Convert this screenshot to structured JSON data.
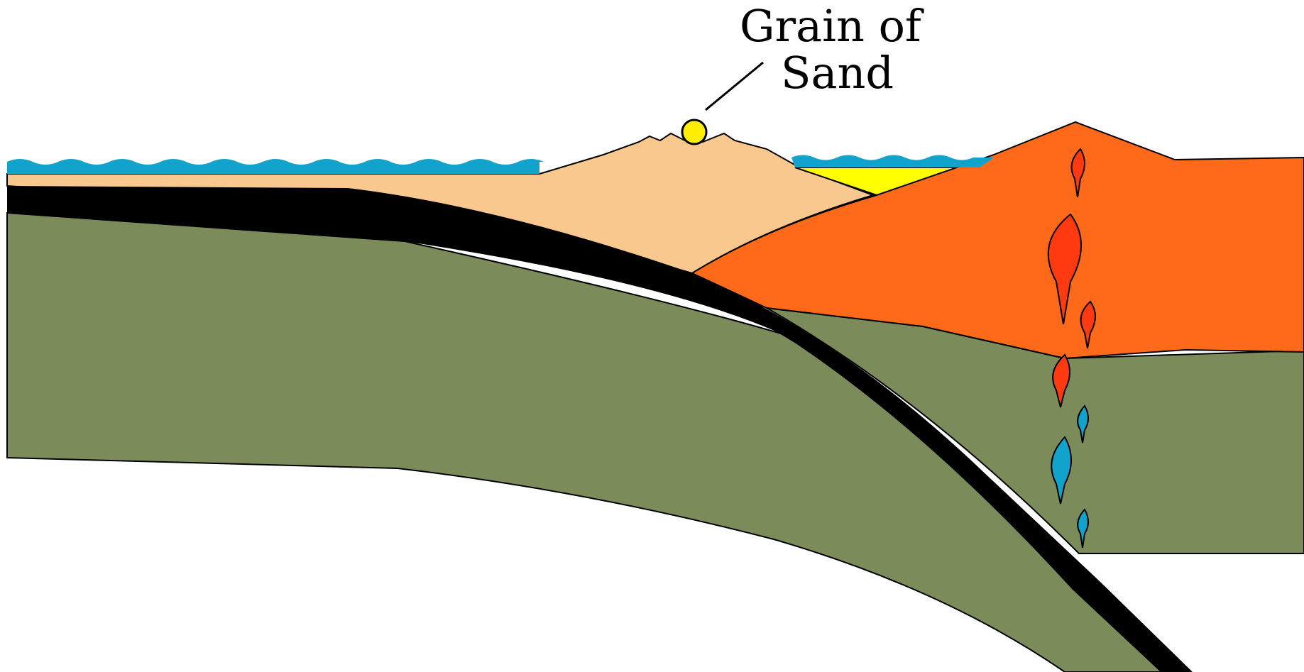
{
  "diagram": {
    "label_line1": "Grain of",
    "label_line2": "Sand"
  },
  "colors": {
    "background": "#ffffff",
    "water": "#12a3cc",
    "sediment_wedge": "#f9c88f",
    "basin_sediment": "#ffff00",
    "continental_crust": "#ff6a1a",
    "mantle": "#7c8b5a",
    "subducting_slab": "#000000",
    "grain_of_sand": "#ffee00",
    "magma_red": "#ff3a10",
    "magma_blue": "#12a3cc",
    "outline": "#000000"
  },
  "icons": {
    "grain": "circle",
    "magma_droplet": "teardrop"
  }
}
